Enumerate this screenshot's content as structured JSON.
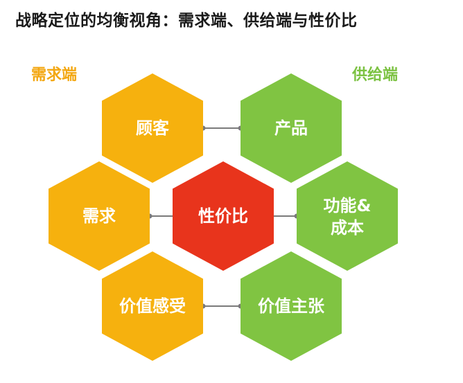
{
  "title": "战略定位的均衡视角：需求端、供给端与性价比",
  "labels": {
    "demand": "需求端",
    "supply": "供给端"
  },
  "nodes": {
    "customer": "顾客",
    "product": "产品",
    "demand": "需求",
    "value_ratio": "性价比",
    "function_cost_line1": "功能&",
    "function_cost_line2": "成本",
    "value_perception": "价值感受",
    "value_proposition": "价值主张"
  },
  "colors": {
    "demand": "#f6b10e",
    "supply": "#80c442",
    "center": "#e8341c",
    "demand_label": "#f3a712",
    "supply_label": "#7cc242",
    "connector": "#7a7a7a"
  }
}
